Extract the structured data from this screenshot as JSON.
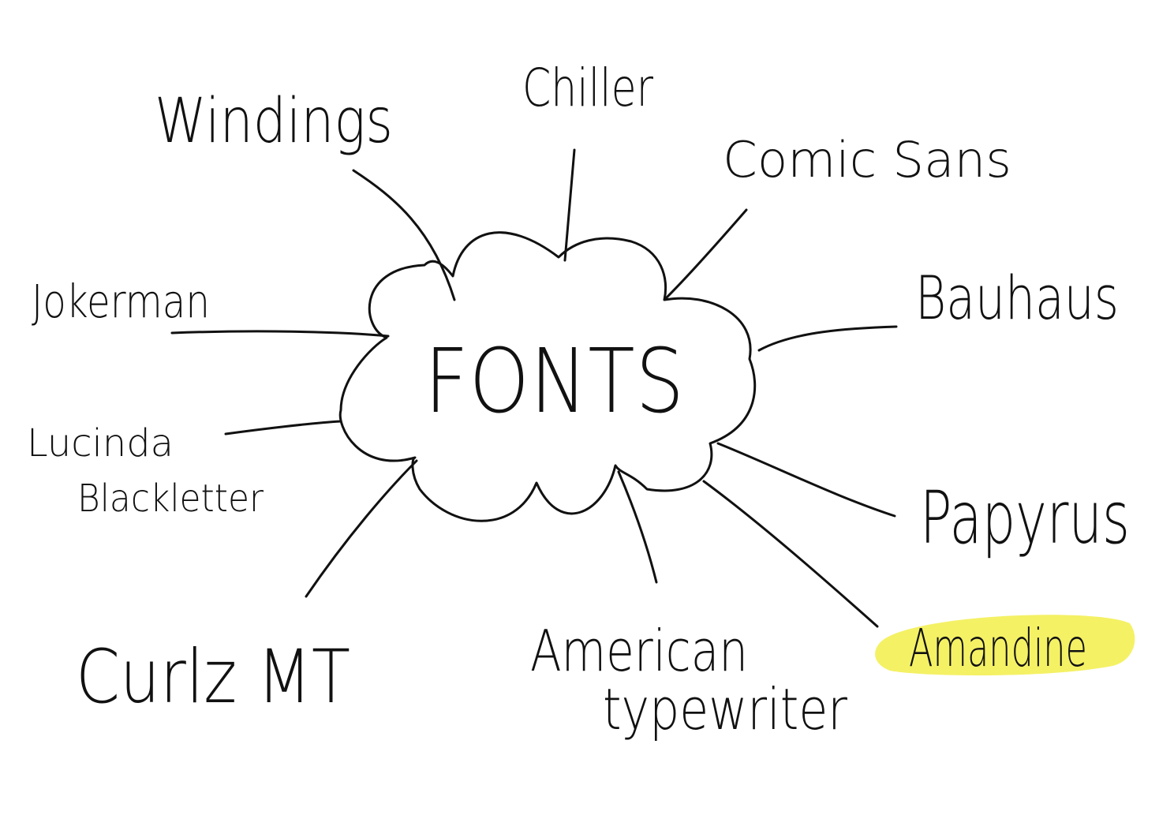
{
  "center": {
    "label": "FONTS"
  },
  "nodes": [
    {
      "id": "windings",
      "label": "Windings"
    },
    {
      "id": "chiller",
      "label": "Chiller"
    },
    {
      "id": "comic-sans",
      "label": "Comic Sans"
    },
    {
      "id": "bauhaus",
      "label": "Bauhaus"
    },
    {
      "id": "jokerman",
      "label": "Jokerman"
    },
    {
      "id": "lucinda-line1",
      "label": "Lucinda"
    },
    {
      "id": "lucinda-line2",
      "label": "Blackletter"
    },
    {
      "id": "papyrus",
      "label": "Papyrus"
    },
    {
      "id": "curlz",
      "label": "Curlz MT"
    },
    {
      "id": "american-line1",
      "label": "American"
    },
    {
      "id": "american-line2",
      "label": "typewriter"
    },
    {
      "id": "amandine",
      "label": "Amandine"
    }
  ],
  "colors": {
    "ink": "#111111",
    "highlight": "#f2ee4a",
    "highlighted_text": "#3a3a00"
  },
  "highlighted_node": "amandine"
}
